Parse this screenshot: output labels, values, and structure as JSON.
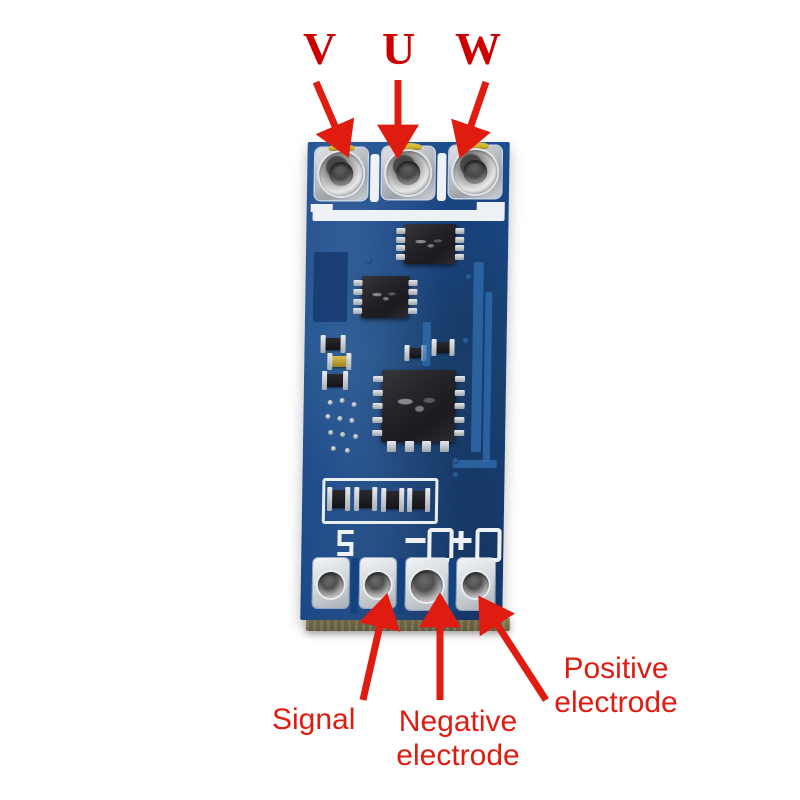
{
  "image": {
    "subject": "bldc-motor-driver-pcb-module",
    "background_color": "#ffffff",
    "annotation_color": "#cc0000",
    "annotation_color_bottom": "#e01b10",
    "pcb_color": "#1d4e8f",
    "pad_color": "#c9ced3",
    "edge_color": "#8d8458"
  },
  "top_annotations": {
    "labels": [
      {
        "text": "V",
        "note": "phase-v-output"
      },
      {
        "text": "U",
        "note": "phase-u-output"
      },
      {
        "text": "W",
        "note": "phase-w-output"
      }
    ]
  },
  "bottom_annotations": {
    "labels": [
      {
        "text": "Signal",
        "lines": [
          "Signal"
        ]
      },
      {
        "text": "Negative electrode",
        "lines": [
          "Negative",
          "electrode"
        ]
      },
      {
        "text": "Positive electrode",
        "lines": [
          "Positive",
          "electrode"
        ]
      }
    ]
  },
  "arrows": {
    "top_count": 3,
    "bottom_count": 3,
    "color": "#e01b10"
  },
  "board": {
    "silkscreen": [
      {
        "text": "S"
      },
      {
        "text": "-"
      },
      {
        "text": "+"
      }
    ],
    "top_holes": 3,
    "bottom_holes": 4
  }
}
